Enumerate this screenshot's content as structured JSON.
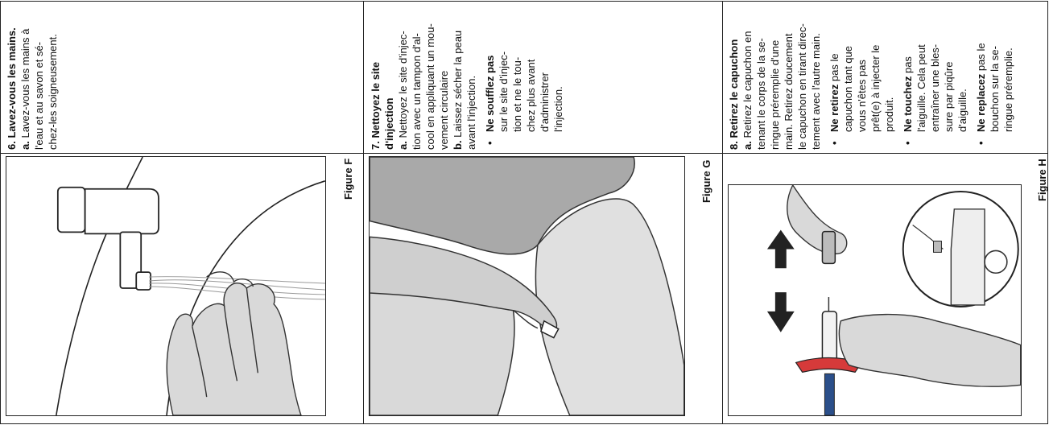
{
  "step6": {
    "title": "6. Lavez-vous les mains.",
    "a_prefix": "a.",
    "a_lines": [
      "Lavez-vous les mains à",
      "l'eau et au savon et sé-",
      "chez-les soigneusement."
    ],
    "figure": "Figure F"
  },
  "step7": {
    "title_lines": [
      "7. Nettoyez le site",
      "d'injection"
    ],
    "a_prefix": "a.",
    "a_lines": [
      "Nettoyez le site d'injec-",
      "tion avec un tampon d'al-",
      "cool en appliquant un mou-",
      "vement circulaire"
    ],
    "b_prefix": "b.",
    "b_lines": [
      "Laissez sécher la peau",
      "avant l'injection."
    ],
    "bullet_bold": "Ne soufflez pas",
    "bullet_lines": [
      "sur le site d'injec-",
      "tion et ne le tou-",
      "chez plus avant",
      "d'administrer",
      "l'injection."
    ],
    "figure": "Figure G"
  },
  "step8": {
    "title": "8. Retirez le capuchon",
    "a_prefix": "a.",
    "a_lines": [
      "Retirez le capuchon en",
      "tenant le corps de la se-",
      "ringue préremplie d'une",
      "main. Retirez doucement",
      "le capuchon en tirant direc-",
      "tement avec l'autre main."
    ],
    "bullet1_bold": "Ne retirez",
    "bullet1_lines": [
      "pas le",
      "capuchon tant que",
      "vous n'êtes pas",
      "prêt(e) à injecter le",
      "produit."
    ],
    "bullet2_bold": "Ne touchez",
    "bullet2_lines": [
      "pas",
      "l'aiguille. Cela peut",
      "entraîner une bles-",
      "sure par piqûre",
      "d'aiguille."
    ],
    "bullet3_bold": "Ne replacez",
    "bullet3_lines": [
      "pas le",
      "bouchon sur la se-",
      "ringue préremplie."
    ],
    "figure": "Figure H"
  },
  "colors": {
    "needle_shield": "#d63a3a",
    "outline": "#222222",
    "skin_fill": "#d9d9d9",
    "sleeve_fill": "#a9a9a9"
  },
  "icons": [
    "faucet-illustration",
    "hands-washing-illustration",
    "thigh-cleaning-illustration",
    "arrow-up-icon",
    "arrow-down-icon",
    "syringe-illustration",
    "sharps-container-illustration",
    "biohazard-icon"
  ]
}
